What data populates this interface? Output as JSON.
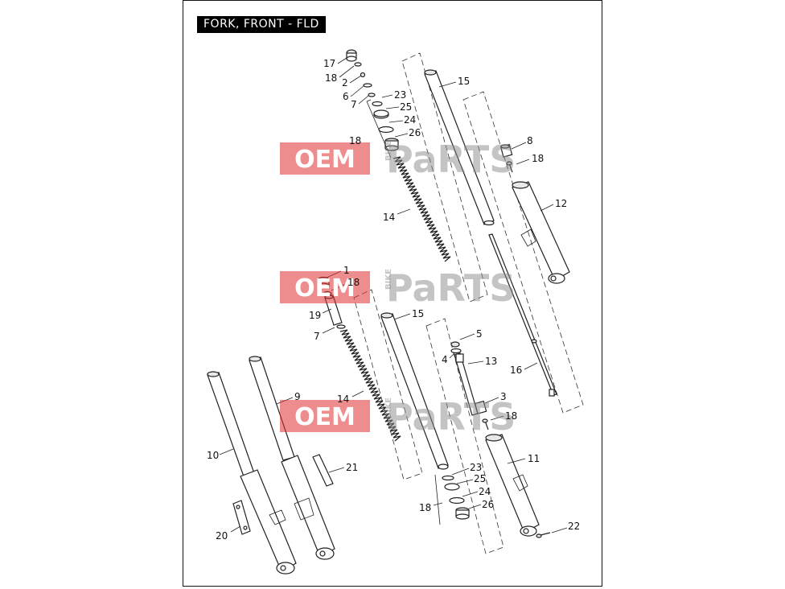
{
  "title": "FORK, FRONT - FLD",
  "watermark": {
    "left": "OEM",
    "vertical": "BIKE",
    "right": "PaRTS"
  },
  "callouts": [
    {
      "id": "c17a",
      "text": "17"
    },
    {
      "id": "c18a",
      "text": "18"
    },
    {
      "id": "c2a",
      "text": "2"
    },
    {
      "id": "c6a",
      "text": "6"
    },
    {
      "id": "c7a",
      "text": "7"
    },
    {
      "id": "c23a",
      "text": "23"
    },
    {
      "id": "c25a",
      "text": "25"
    },
    {
      "id": "c24a",
      "text": "24"
    },
    {
      "id": "c26a",
      "text": "26"
    },
    {
      "id": "c18b",
      "text": "18"
    },
    {
      "id": "c15a",
      "text": "15"
    },
    {
      "id": "c8a",
      "text": "8"
    },
    {
      "id": "c18c",
      "text": "18"
    },
    {
      "id": "c12a",
      "text": "12"
    },
    {
      "id": "c14a",
      "text": "14"
    },
    {
      "id": "c1a",
      "text": "1"
    },
    {
      "id": "c18d",
      "text": "18"
    },
    {
      "id": "c19a",
      "text": "19"
    },
    {
      "id": "c7b",
      "text": "7"
    },
    {
      "id": "c15b",
      "text": "15"
    },
    {
      "id": "c5a",
      "text": "5"
    },
    {
      "id": "c4a",
      "text": "4"
    },
    {
      "id": "c13a",
      "text": "13"
    },
    {
      "id": "c16a",
      "text": "16"
    },
    {
      "id": "c3a",
      "text": "3"
    },
    {
      "id": "c18e",
      "text": "18"
    },
    {
      "id": "c9a",
      "text": "9"
    },
    {
      "id": "c14b",
      "text": "14"
    },
    {
      "id": "c10a",
      "text": "10"
    },
    {
      "id": "c21a",
      "text": "21"
    },
    {
      "id": "c11a",
      "text": "11"
    },
    {
      "id": "c23b",
      "text": "23"
    },
    {
      "id": "c25b",
      "text": "25"
    },
    {
      "id": "c24b",
      "text": "24"
    },
    {
      "id": "c18f",
      "text": "18"
    },
    {
      "id": "c26b",
      "text": "26"
    },
    {
      "id": "c20a",
      "text": "20"
    },
    {
      "id": "c22a",
      "text": "22"
    }
  ]
}
